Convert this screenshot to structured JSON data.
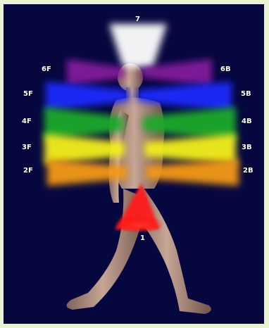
{
  "labels": {
    "top": "7",
    "f6": "6F",
    "b6": "6B",
    "f5": "5F",
    "b5": "5B",
    "f4": "4F",
    "b4": "4B",
    "f3": "3F",
    "b3": "3B",
    "f2": "2F",
    "b2": "2B",
    "bottom": "1"
  },
  "colors": {
    "frame": "#e9f3d4",
    "background": "#06073f",
    "chakra7": "#ffffff",
    "chakra6": "#8a1fa0",
    "chakra5": "#1a2cff",
    "chakra4": "#1faa2a",
    "chakra3": "#f4f01c",
    "chakra2": "#f59a12",
    "chakra1": "#ff1a1a",
    "figure": "#caa38c"
  }
}
